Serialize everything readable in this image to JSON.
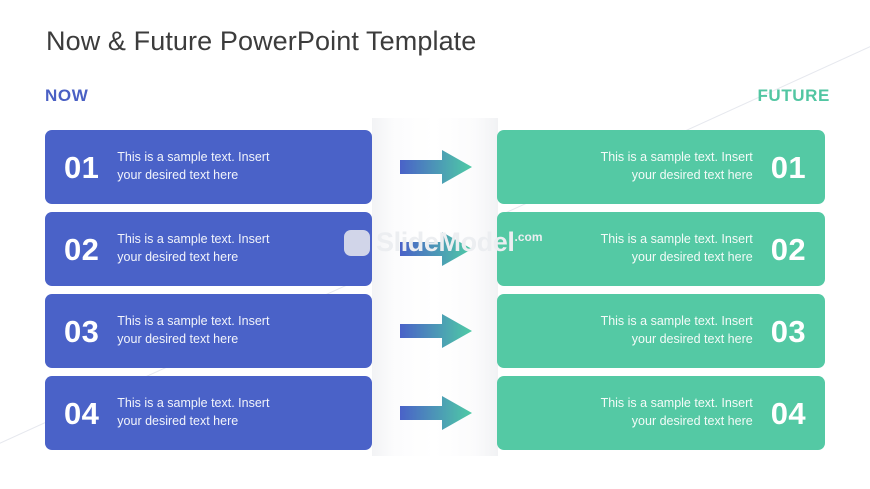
{
  "slide": {
    "title": "Now & Future PowerPoint Template",
    "title_color": "#3c3c3c",
    "background": "#ffffff"
  },
  "columns": {
    "now": {
      "label": "NOW",
      "color": "#4a60c4",
      "bar_color": "#4a62c8"
    },
    "future": {
      "label": "FUTURE",
      "color": "#52c6a2",
      "bar_color": "#54c9a4"
    }
  },
  "arrow": {
    "icon": "right-arrow-icon",
    "gradient_from": "#4a62c8",
    "gradient_to": "#4ecba5"
  },
  "watermark": {
    "logo": "slidemodel-logo-icon",
    "name": "SlideModel",
    "tld": ".com",
    "color": "#eceef1"
  },
  "rows": [
    {
      "now": {
        "number": "01",
        "text_line1": "This is a sample text. Insert",
        "text_line2": "your desired text here"
      },
      "future": {
        "number": "01",
        "text_line1": "This is a sample text. Insert",
        "text_line2": "your desired text here"
      }
    },
    {
      "now": {
        "number": "02",
        "text_line1": "This is a sample text. Insert",
        "text_line2": "your desired text here"
      },
      "future": {
        "number": "02",
        "text_line1": "This is a sample text. Insert",
        "text_line2": "your desired text here"
      }
    },
    {
      "now": {
        "number": "03",
        "text_line1": "This is a sample text. Insert",
        "text_line2": "your desired text here"
      },
      "future": {
        "number": "03",
        "text_line1": "This is a sample text. Insert",
        "text_line2": "your desired text here"
      }
    },
    {
      "now": {
        "number": "04",
        "text_line1": "This is a sample text. Insert",
        "text_line2": "your desired text here"
      },
      "future": {
        "number": "04",
        "text_line1": "This is a sample text. Insert",
        "text_line2": "your desired text here"
      }
    }
  ]
}
